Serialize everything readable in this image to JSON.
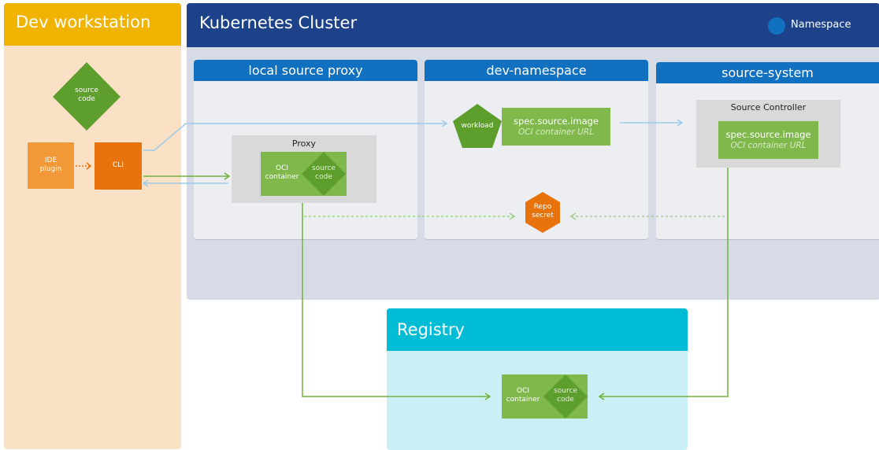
{
  "dev_workstation": {
    "title": "Dev workstation",
    "source_code": [
      "source",
      "code"
    ],
    "ide_plugin": [
      "IDE",
      "plugin"
    ],
    "cli": "CLI"
  },
  "cluster": {
    "title": "Kubernetes Cluster",
    "legend": "Namespace"
  },
  "namespaces": {
    "local_source_proxy": "local source proxy",
    "dev_namespace": "dev-namespace",
    "source_system": "source-system"
  },
  "proxy": {
    "label": "Proxy",
    "oci": [
      "OCI",
      "container"
    ],
    "source": [
      "source",
      "code"
    ]
  },
  "workload": {
    "label": "workload",
    "spec": "spec.source.image",
    "sub": "OCI container URL"
  },
  "repo_secret": [
    "Repo",
    "secret"
  ],
  "source_controller": {
    "title": "Source Controller",
    "spec": "spec.source.image",
    "sub": "OCI container URL"
  },
  "registry": {
    "title": "Registry",
    "oci": [
      "OCI",
      "container"
    ],
    "source": [
      "source",
      "code"
    ]
  },
  "colors": {
    "orange_header": "#efb300",
    "orange_bg": "#fae1c6",
    "blue_header": "#1d428a",
    "cluster_bg": "#d6dbe6",
    "ns_header": "#1170c0",
    "ns_bg": "#eceef2",
    "green": "#5d9e2d",
    "green_light": "#80b84c",
    "cli_orange": "#e8720c",
    "ide_orange": "#f19938",
    "teal": "#00bcd4",
    "registry_bg": "#caf0f6",
    "line_blue": "#9ccbe8"
  }
}
